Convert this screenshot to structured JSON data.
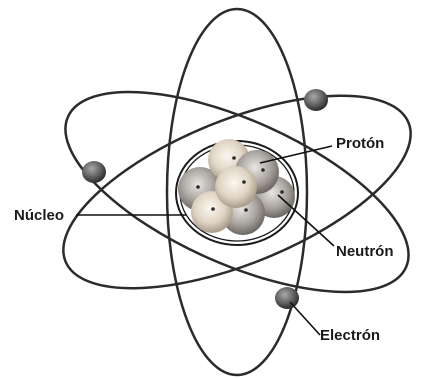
{
  "labels": {
    "proton": "Protón",
    "nucleus": "Núcleo",
    "neutron": "Neutrón",
    "electron": "Electrón"
  },
  "colors": {
    "orbit": "#2b2b2b",
    "leader_line": "#111111",
    "proton_light": "#f2ebe0",
    "proton_mid": "#c9bca8",
    "neutron_light": "#d9d6d2",
    "neutron_mid": "#8e8984",
    "electron_light": "#9a9a9a",
    "electron_dark": "#2a2a2a"
  },
  "icons": {
    "nucleus": "nucleus-icon",
    "electron": "electron-icon"
  }
}
